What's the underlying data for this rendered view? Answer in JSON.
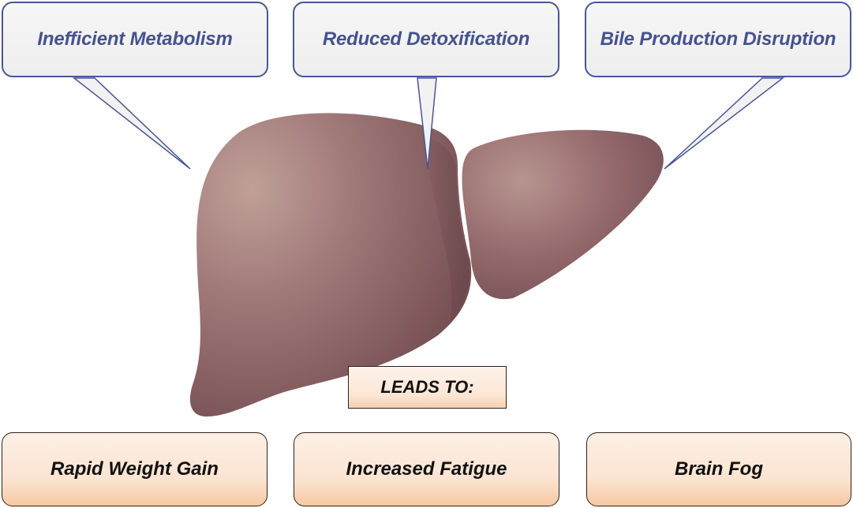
{
  "causes": [
    {
      "label": "Inefficient Metabolism"
    },
    {
      "label": "Reduced Detoxification"
    },
    {
      "label": "Bile Production Disruption"
    }
  ],
  "connector": {
    "label": "LEADS TO:"
  },
  "effects": [
    {
      "label": "Rapid Weight Gain"
    },
    {
      "label": "Increased Fatigue"
    },
    {
      "label": "Brain Fog"
    }
  ],
  "colors": {
    "cause_text": "#45528f",
    "cause_border": "#4a5694",
    "liver": "#94676a",
    "effect_fill": "#fbe3d0"
  }
}
